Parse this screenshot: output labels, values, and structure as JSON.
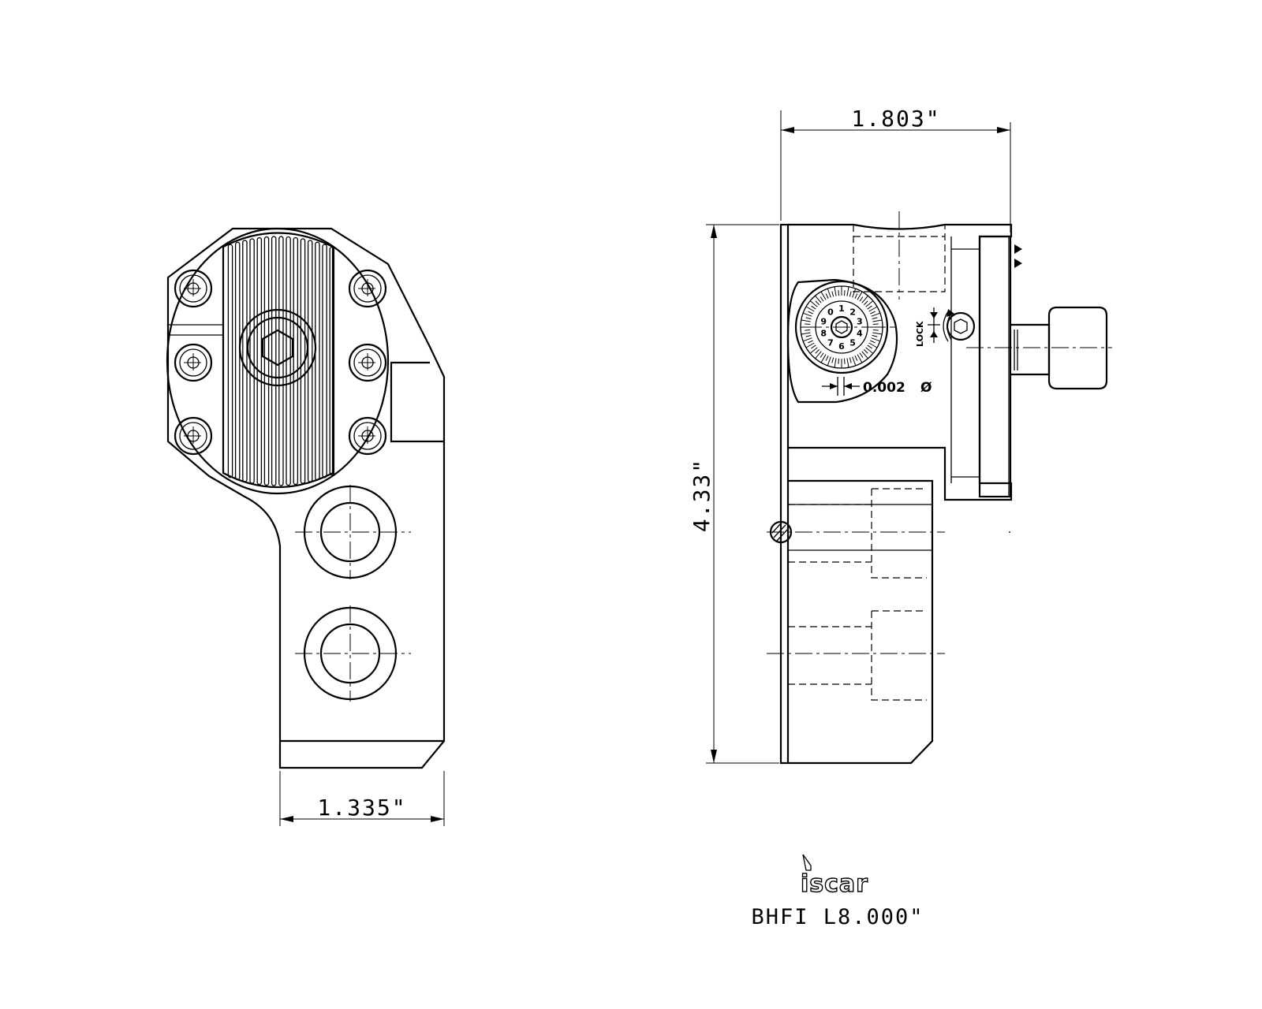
{
  "dimensions": {
    "front_width": "1.335\"",
    "side_width": "1.803\"",
    "side_height": "4.33\""
  },
  "dial": {
    "numbers": [
      "1",
      "2",
      "3",
      "4",
      "5",
      "6",
      "7",
      "8",
      "9",
      "0"
    ],
    "lock_label": "LOCK",
    "increment_label": "0.002",
    "diameter_symbol": "Ø"
  },
  "title_block": {
    "logo": "iscar",
    "model": "BHFI L8.000\""
  }
}
